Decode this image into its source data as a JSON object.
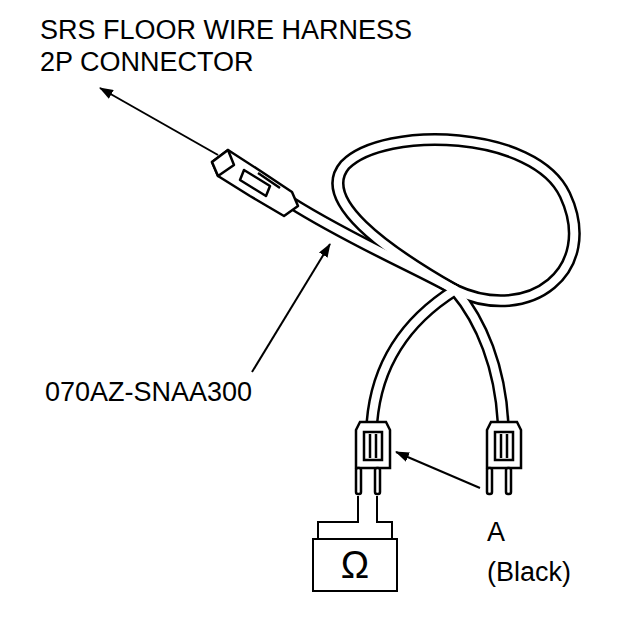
{
  "diagram": {
    "nodes": [
      {
        "text": [
          "Ω"
        ]
      }
    ],
    "labels": [
      "SRS FLOOR WIRE HARNESS 2P CONNECTOR",
      "070AZ-SNAA300",
      "A (Black)"
    ]
  }
}
